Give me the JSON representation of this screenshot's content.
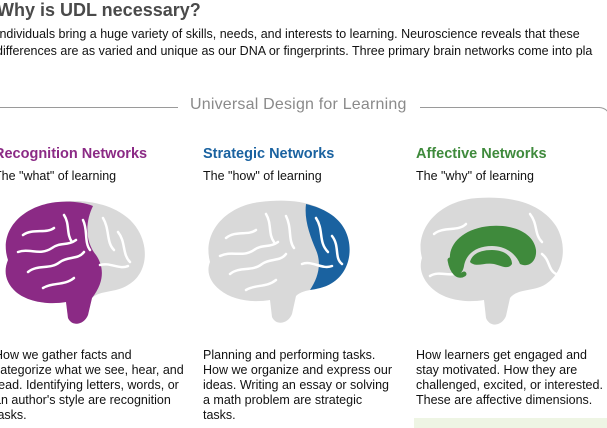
{
  "page": {
    "title": "Why is UDL necessary?",
    "intro_line1": "Individuals bring a huge variety of skills, needs, and interests to learning. Neuroscience reveals that these",
    "intro_line2": "differences are as varied and unique as our DNA or fingerprints. Three primary brain networks come into pla"
  },
  "udl": {
    "heading": "Universal Design for Learning"
  },
  "networks": [
    {
      "name": "Recognition Networks",
      "subtitle": "The \"what\" of learning",
      "color": "#8b2a85",
      "desc": [
        "How we gather facts and",
        "categorize what we see, hear, and",
        "read. Identifying letters, words, or",
        "an author's style are recognition",
        "tasks."
      ]
    },
    {
      "name": "Strategic Networks",
      "subtitle": "The \"how\" of learning",
      "color": "#1a62a0",
      "desc": [
        "Planning and performing tasks.",
        "How we organize and express our",
        "ideas. Writing an essay or solving",
        "a math problem are strategic",
        "tasks."
      ]
    },
    {
      "name": "Affective Networks",
      "subtitle": "The \"why\" of learning",
      "color": "#3f8a3c",
      "desc": [
        "How learners get engaged and",
        "stay motivated. How they are",
        "challenged, excited, or interested.",
        "These are affective dimensions."
      ]
    }
  ],
  "colors": {
    "brain_gray": "#d9d9d9",
    "brain_outline": "#ffffff"
  }
}
